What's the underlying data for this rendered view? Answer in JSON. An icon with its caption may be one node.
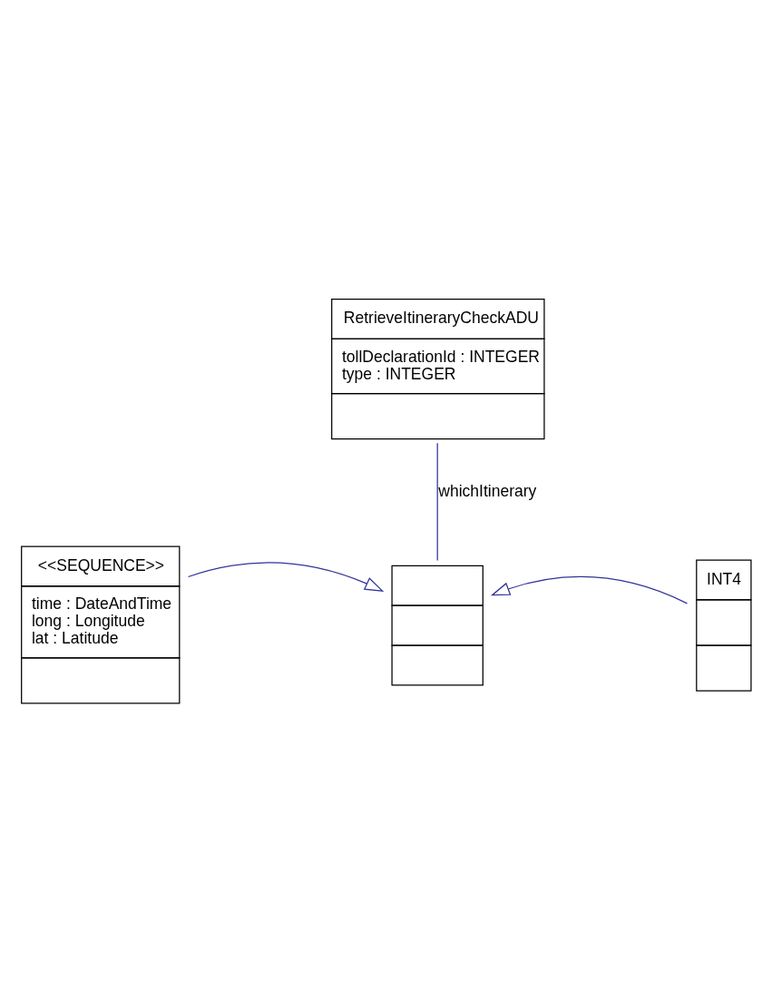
{
  "diagram": {
    "nodes": [
      {
        "text": [
          "RetrieveItineraryCheckADU",
          "tollDeclarationId : INTEGER",
          "type : INTEGER"
        ]
      },
      {
        "text": [],
        "shape": "box"
      },
      {
        "text": [
          "<<SEQUENCE>>",
          "time : DateAndTime",
          "long : Longitude",
          "lat : Latitude"
        ]
      },
      {
        "text": [
          "INT4"
        ]
      }
    ],
    "edges": [
      {
        "from": 0,
        "to": 1,
        "arrow": "none",
        "label": "whichItinerary"
      },
      {
        "from": 2,
        "to": 1,
        "arrow": "to"
      },
      {
        "from": 3,
        "to": 1,
        "arrow": "to"
      }
    ]
  }
}
